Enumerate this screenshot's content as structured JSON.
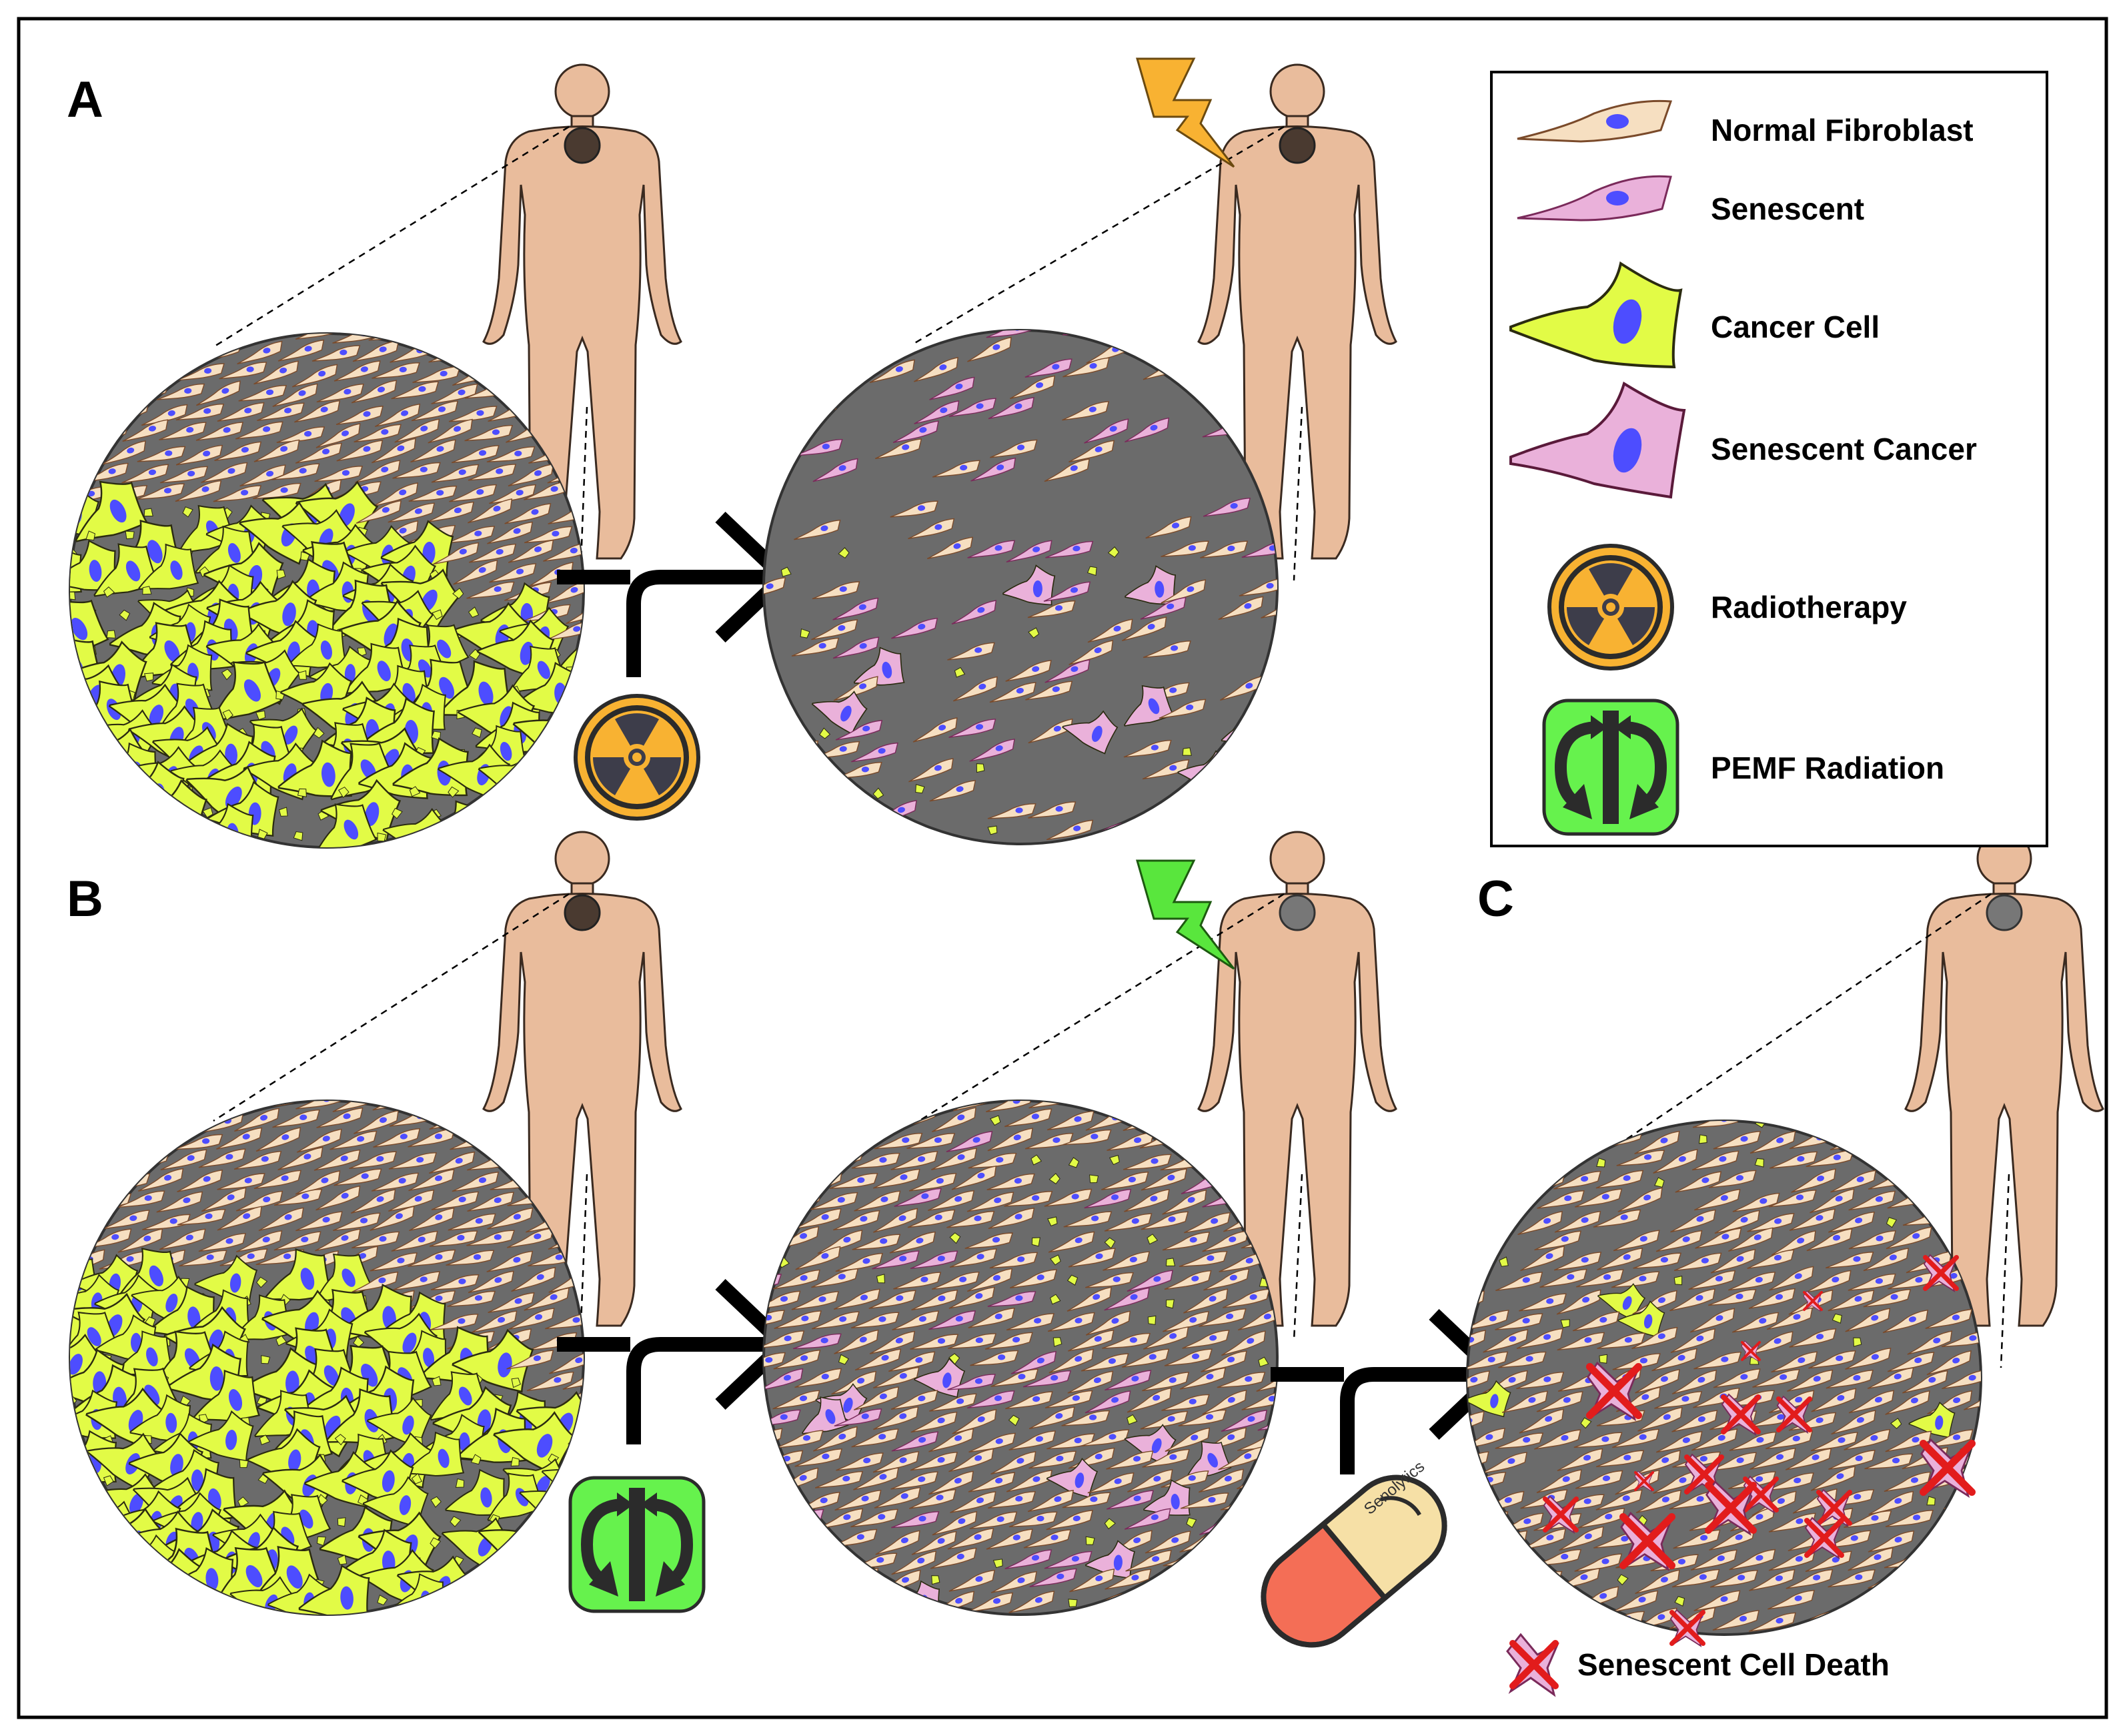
{
  "panels": {
    "a_label": "A",
    "b_label": "B",
    "c_label": "C"
  },
  "legend": {
    "items": [
      {
        "label": "Normal Fibroblast",
        "icon": "normal-fibroblast-icon"
      },
      {
        "label": "Senescent",
        "icon": "senescent-cell-icon"
      },
      {
        "label": "Cancer Cell",
        "icon": "cancer-cell-icon"
      },
      {
        "label": "Senescent Cancer",
        "icon": "senescent-cancer-icon"
      },
      {
        "label": "Radiotherapy",
        "icon": "radiation-trefoil-icon"
      },
      {
        "label": "PEMF Radiation",
        "icon": "pemf-field-icon"
      }
    ]
  },
  "pill": {
    "text": "Senolytics"
  },
  "death_legend": {
    "label": "Senescent Cell Death",
    "icon": "cell-death-x-icon"
  },
  "colors": {
    "tissue": "#6b6b6b",
    "fibroblast": "#f6dfc1",
    "senescent": "#eab1da",
    "cancer": "#e2fb46",
    "nucleus": "#4d4dff",
    "skin": "#e9bc9c",
    "radiation_bolt": "#f8b232",
    "pemf_bolt": "#59e63d",
    "pemf_box": "#66f24d",
    "trefoil_bg": "#f8b232",
    "pill_top": "#f6e0a6",
    "pill_bottom": "#f46e56",
    "death_x": "#e21c1c"
  }
}
